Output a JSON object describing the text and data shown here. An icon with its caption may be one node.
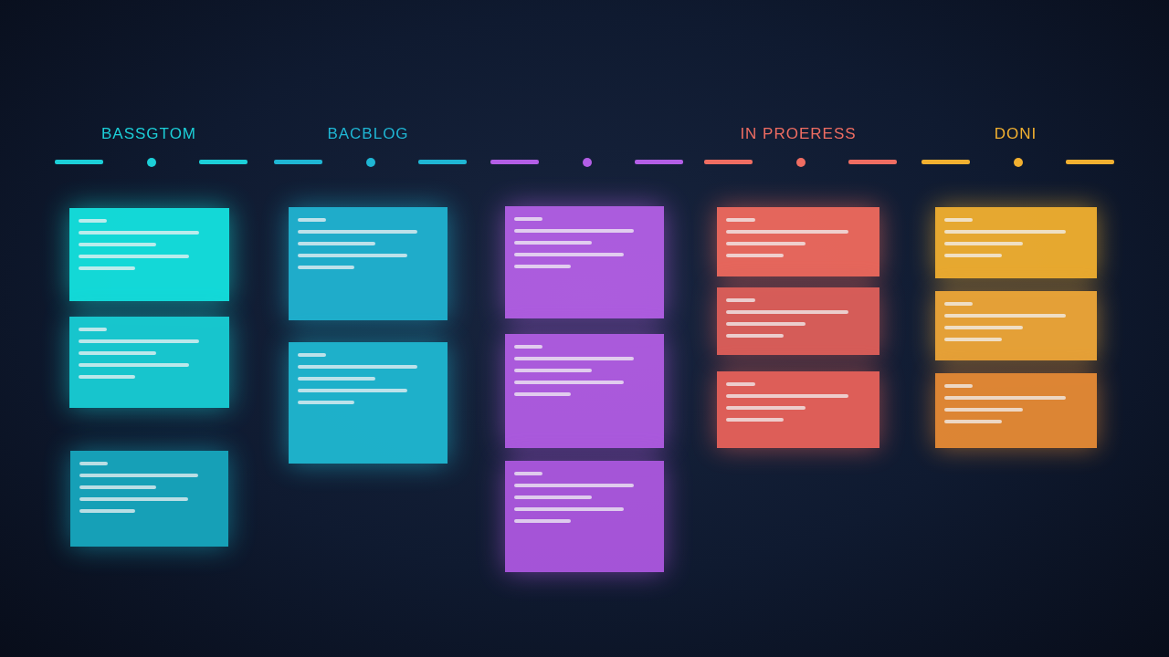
{
  "diagram": {
    "labels": [
      "BASSGTOM",
      "BACBLOG",
      "IN PROERESS",
      "DONI"
    ]
  }
}
